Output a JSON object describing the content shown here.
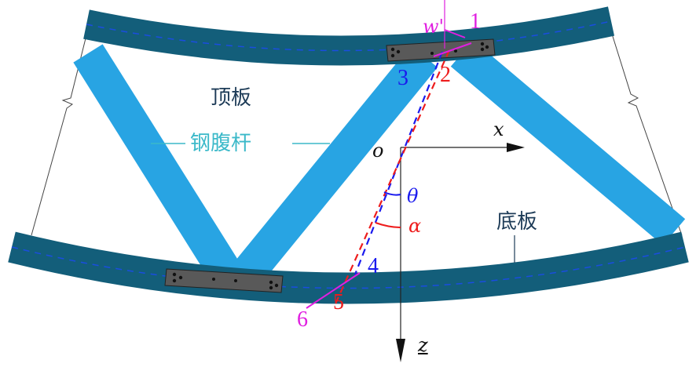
{
  "labels": {
    "top_plate": "顶板",
    "steel_web": "钢腹杆",
    "bottom_plate": "底板",
    "origin": "o",
    "x_axis": "x",
    "z_axis": "z",
    "theta": "θ",
    "alpha": "α",
    "w_prime": "w'",
    "points": [
      "1",
      "2",
      "3",
      "4",
      "5",
      "6"
    ]
  },
  "colors": {
    "plate": "#135e7a",
    "web": "#28a4e3",
    "connector": "#555555",
    "blue_line": "#1a1aee",
    "red_line": "#ee1c1c",
    "magenta_line": "#e01ee0"
  }
}
